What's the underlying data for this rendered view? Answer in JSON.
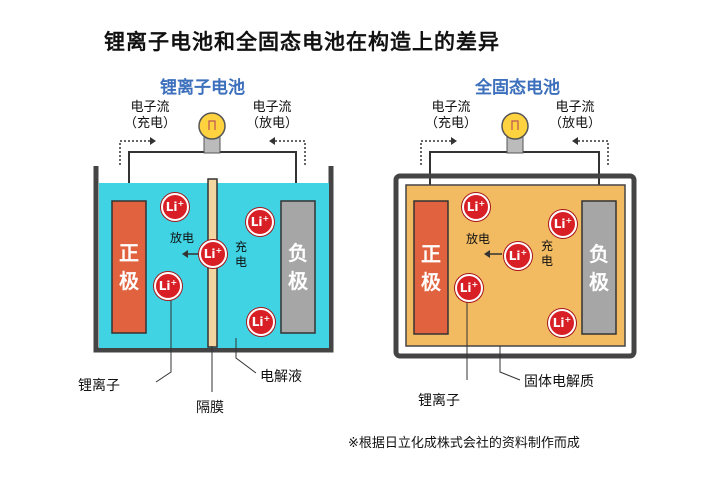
{
  "title": "锂离子电池和全固态电池在构造上的差异",
  "panels": {
    "left": {
      "heading": "锂离子电池",
      "flow_charge": "电子流\n（充电）",
      "flow_discharge": "电子流\n（放电）",
      "positive": "正\n极",
      "negative": "负\n极",
      "discharge": "放电",
      "charge": "充\n电",
      "ion": "锂离子",
      "separator": "隔膜",
      "electrolyte": "电解液"
    },
    "right": {
      "heading": "全固态电池",
      "flow_charge": "电子流\n（充电）",
      "flow_discharge": "电子流\n（放电）",
      "positive": "正\n极",
      "negative": "负\n极",
      "discharge": "放电",
      "charge": "充\n电",
      "ion": "锂离子",
      "electrolyte": "固体电解质"
    }
  },
  "ion_symbol": "Li",
  "ion_charge": "+",
  "note": "※根据日立化成株式会社的资料制作而成",
  "colors": {
    "liquid": "#3fd3e3",
    "solid": "#f2bb62",
    "positive": "#e0623f",
    "negative": "#a6a6a6",
    "separator": "#f4d6a0",
    "heading": "#3c6fbc",
    "ion": "#d81f26"
  },
  "icons": [
    "light-bulb-icon",
    "li-ion-icon",
    "arrow-left-icon",
    "dotted-arrow-icon"
  ]
}
